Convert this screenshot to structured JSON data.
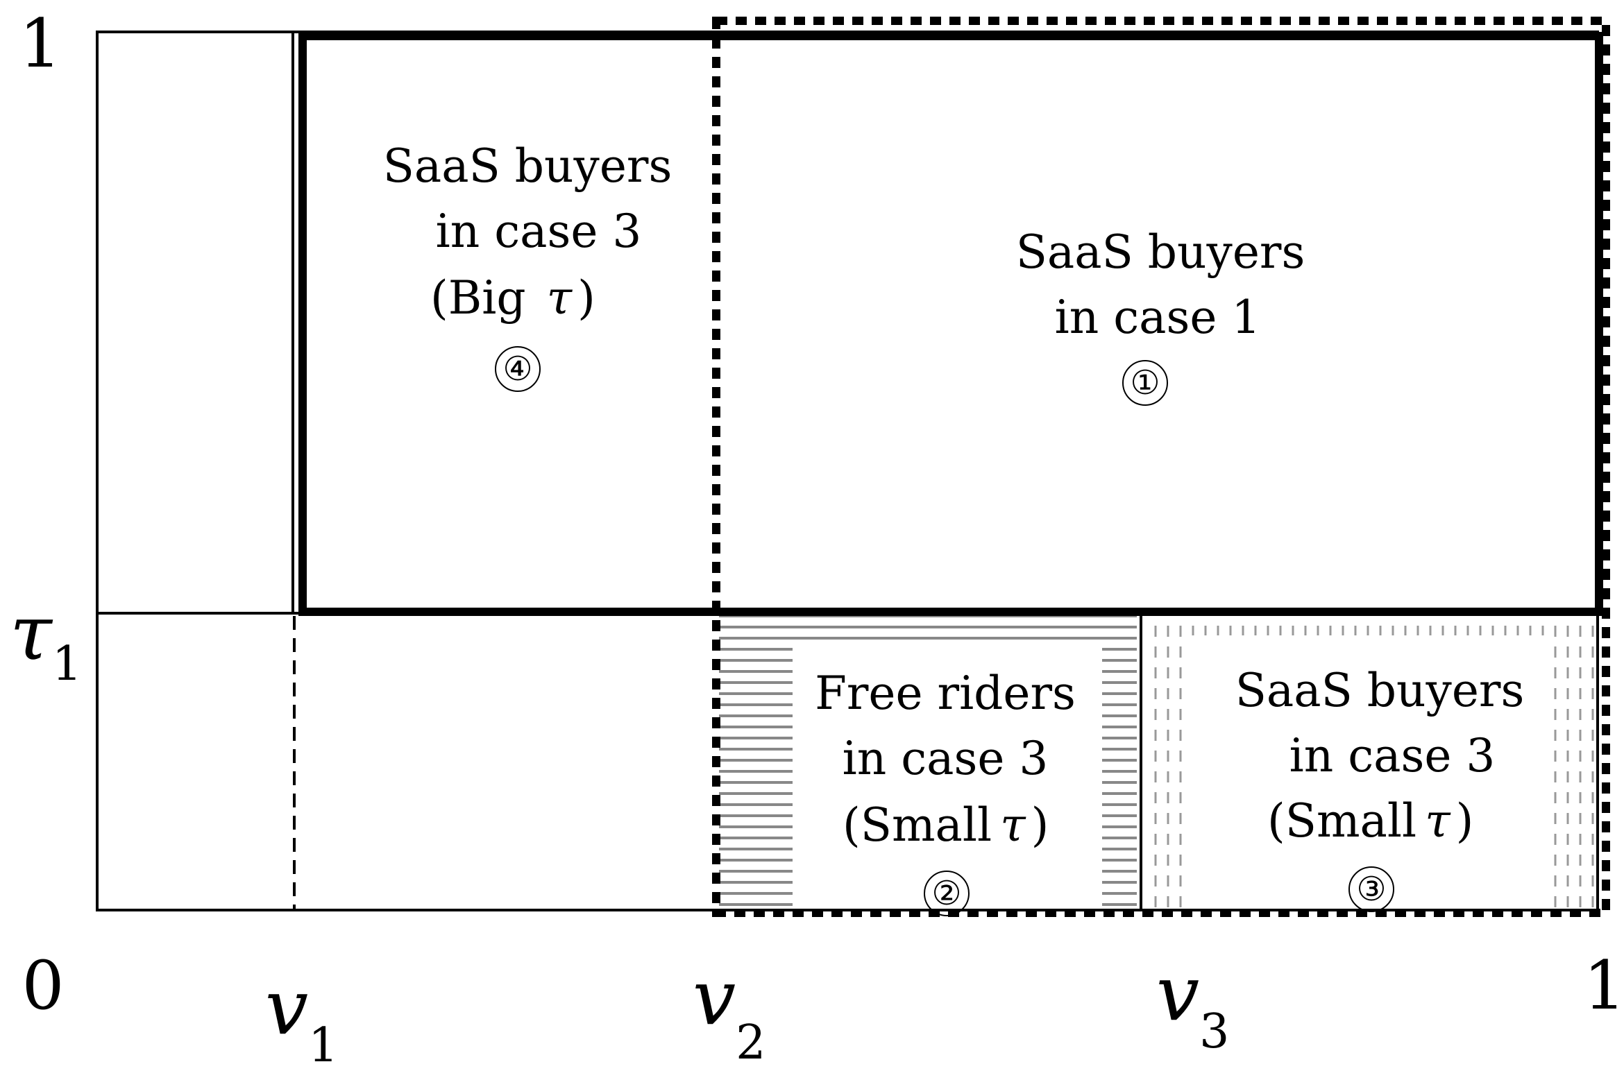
{
  "regions": {
    "r1": {
      "lines": [
        "SaaS buyers",
        "in case 1"
      ],
      "marker": "①"
    },
    "r2": {
      "lines": [
        "Free riders",
        "in case 3"
      ],
      "paren": "(Small",
      "sym": "τ",
      "close": ")",
      "marker": "②"
    },
    "r3": {
      "lines": [
        "SaaS buyers",
        "in case 3"
      ],
      "paren": "(Small",
      "sym": "τ",
      "close": ")",
      "marker": "③"
    },
    "r4": {
      "lines": [
        "SaaS buyers",
        "in case 3"
      ],
      "paren": "(Big",
      "sym": "τ",
      "close": ")",
      "marker": "④"
    }
  },
  "axes": {
    "y_top": "1",
    "y_tau": "τ",
    "y_tau_sub": "1",
    "origin": "0",
    "x_end": "1",
    "v": "v",
    "v1_sub": "1",
    "v2_sub": "2",
    "v3_sub": "3"
  }
}
